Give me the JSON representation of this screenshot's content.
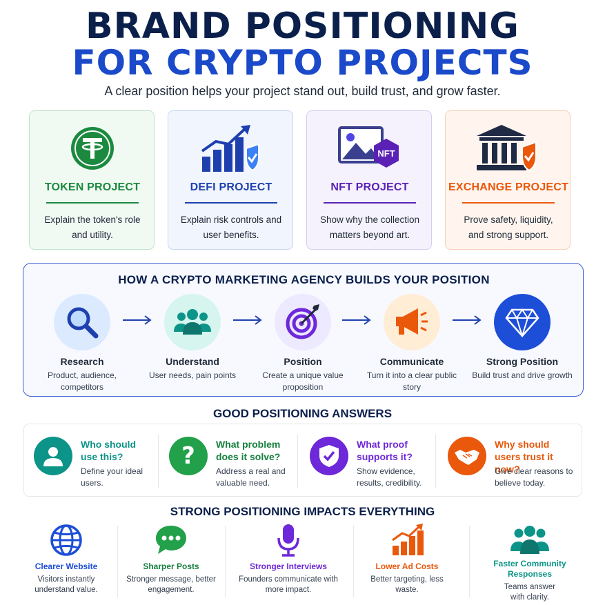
{
  "header": {
    "title_line1": "BRAND POSITIONING",
    "title_line2": "FOR CRYPTO PROJECTS",
    "subtitle": "A clear position helps your project stand out, build trust, and grow faster."
  },
  "cards": [
    {
      "title": "TOKEN PROJECT",
      "desc": "Explain the token's role and utility.",
      "icon": "tether-coin-icon",
      "color": "#1b8a3f"
    },
    {
      "title": "DEFI PROJECT",
      "desc": "Explain risk controls and user benefits.",
      "icon": "growth-chart-shield-icon",
      "color": "#1e40af"
    },
    {
      "title": "NFT PROJECT",
      "desc": "Show why the collection matters beyond art.",
      "icon": "nft-image-icon",
      "color": "#5b21b6",
      "badge": "NFT"
    },
    {
      "title": "EXCHANGE PROJECT",
      "desc": "Prove safety, liquidity, and strong support.",
      "icon": "bank-shield-icon",
      "color": "#ea580c"
    }
  ],
  "process": {
    "title": "HOW A CRYPTO MARKETING AGENCY BUILDS YOUR POSITION",
    "steps": [
      {
        "label": "Research",
        "desc": "Product, audience, competitors",
        "icon": "magnifier-icon"
      },
      {
        "label": "Understand",
        "desc": "User needs, pain points",
        "icon": "users-icon"
      },
      {
        "label": "Position",
        "desc": "Create a unique value proposition",
        "icon": "target-icon"
      },
      {
        "label": "Communicate",
        "desc": "Turn it into a clear public story",
        "icon": "megaphone-icon"
      },
      {
        "label": "Strong Position",
        "desc": "Build trust and drive growth",
        "icon": "diamond-icon"
      }
    ]
  },
  "answers": {
    "title": "GOOD POSITIONING ANSWERS",
    "items": [
      {
        "question": "Who should use this?",
        "desc": "Define your ideal users.",
        "icon": "user-icon",
        "color": "#0d9488"
      },
      {
        "question": "What problem does it solve?",
        "desc": "Address a real and valuable need.",
        "icon": "question-icon",
        "color": "#15803d"
      },
      {
        "question": "What proof supports it?",
        "desc": "Show evidence, results, credibility.",
        "icon": "shield-check-icon",
        "color": "#6d28d9"
      },
      {
        "question": "Why should users trust it now?",
        "desc": "Give clear reasons to believe today.",
        "icon": "handshake-icon",
        "color": "#ea580c"
      }
    ]
  },
  "impacts": {
    "title": "STRONG POSITIONING IMPACTS EVERYTHING",
    "items": [
      {
        "label": "Clearer Website",
        "desc": "Visitors instantly understand value.",
        "icon": "globe-icon",
        "color": "#1d4ed8"
      },
      {
        "label": "Sharper Posts",
        "desc": "Stronger message, better engagement.",
        "icon": "chat-bubble-icon",
        "color": "#15803d"
      },
      {
        "label": "Stronger Interviews",
        "desc": "Founders communicate with more impact.",
        "icon": "microphone-icon",
        "color": "#6d28d9"
      },
      {
        "label": "Lower Ad Costs",
        "desc": "Better targeting, less waste.",
        "icon": "bar-chart-icon",
        "color": "#ea580c"
      },
      {
        "label": "Faster Community Responses",
        "desc": "Teams answer with clarity.",
        "icon": "community-icon",
        "color": "#0d9488"
      }
    ]
  }
}
